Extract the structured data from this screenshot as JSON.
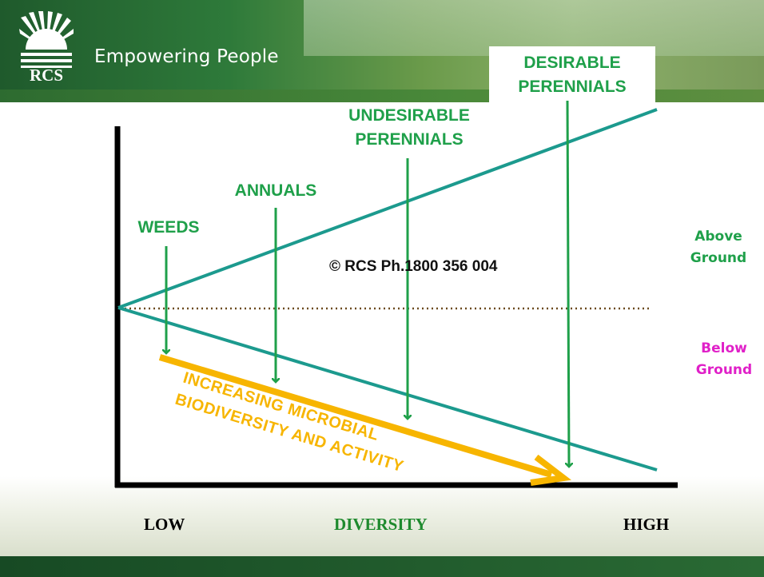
{
  "header": {
    "logo_text": "RCS",
    "tagline": "Empowering People"
  },
  "labels": {
    "desirable_perennials": "DESIRABLE PERENNIALS",
    "undesirable_perennials": "UNDESIRABLE PERENNIALS",
    "annuals": "ANNUALS",
    "weeds": "WEEDS",
    "copyright": "© RCS Ph.1800 356 004",
    "above_ground": "Above Ground",
    "below_ground": "Below Ground",
    "microbial": "INCREASING MICROBIAL BIODIVERSITY AND ACTIVITY"
  },
  "axis": {
    "low": "LOW",
    "diversity": "DIVERSITY",
    "high": "HIGH"
  },
  "colors": {
    "teal_line": "#1c9a8e",
    "green_arrow": "#1fa04a",
    "orange_arrow": "#f7b500",
    "pink_text": "#e020c8",
    "green_text": "#1fa04a",
    "dotted": "#6b4a1e"
  }
}
